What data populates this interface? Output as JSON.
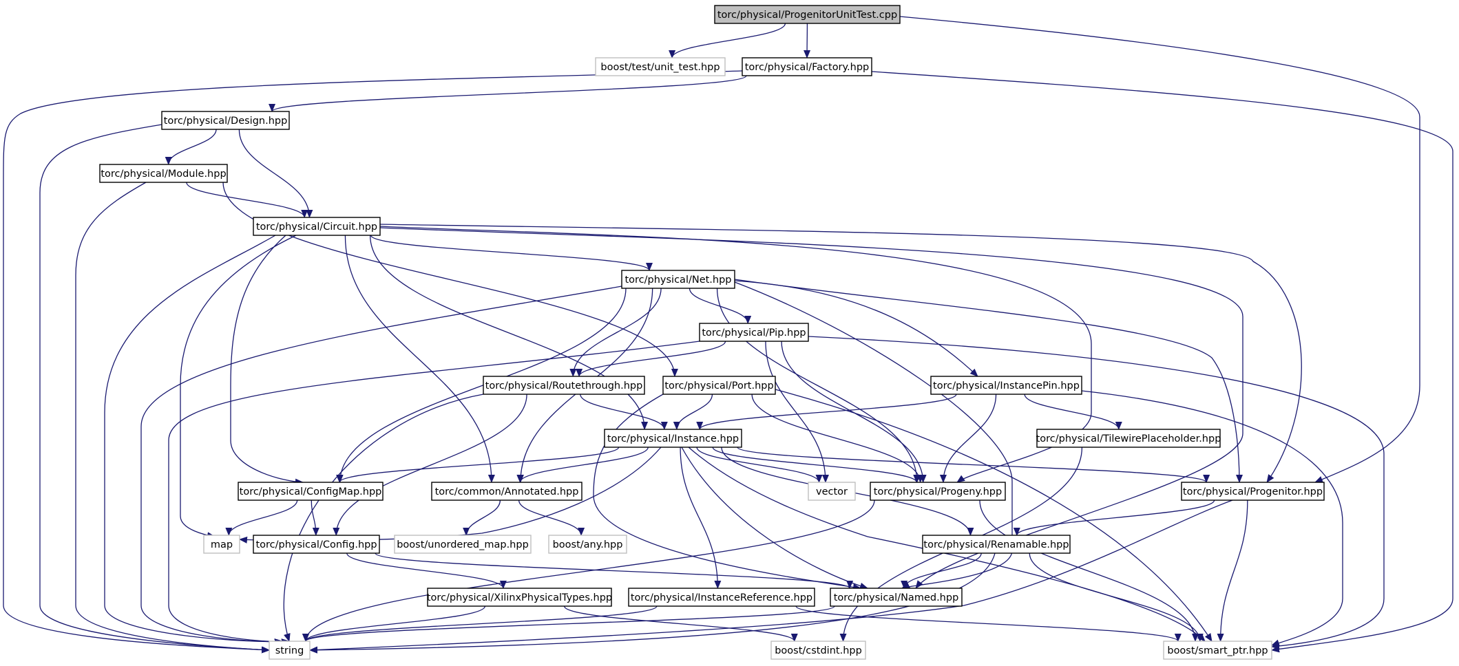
{
  "colors": {
    "edge": "#191970",
    "root_fill": "#bfbfbf",
    "local_border": "#000000",
    "external_border": "#bfbfbf",
    "background": "#ffffff"
  },
  "nodes": [
    {
      "id": "progenitor_unit_test",
      "label": "torc/physical/ProgenitorUnitTest.cpp",
      "kind": "root"
    },
    {
      "id": "unit_test",
      "label": "boost/test/unit_test.hpp",
      "kind": "external"
    },
    {
      "id": "factory",
      "label": "torc/physical/Factory.hpp",
      "kind": "local"
    },
    {
      "id": "design",
      "label": "torc/physical/Design.hpp",
      "kind": "local"
    },
    {
      "id": "module",
      "label": "torc/physical/Module.hpp",
      "kind": "local"
    },
    {
      "id": "circuit",
      "label": "torc/physical/Circuit.hpp",
      "kind": "local"
    },
    {
      "id": "net",
      "label": "torc/physical/Net.hpp",
      "kind": "local"
    },
    {
      "id": "pip",
      "label": "torc/physical/Pip.hpp",
      "kind": "local"
    },
    {
      "id": "routethrough",
      "label": "torc/physical/Routethrough.hpp",
      "kind": "local"
    },
    {
      "id": "port",
      "label": "torc/physical/Port.hpp",
      "kind": "local"
    },
    {
      "id": "instancepin",
      "label": "torc/physical/InstancePin.hpp",
      "kind": "local"
    },
    {
      "id": "instance",
      "label": "torc/physical/Instance.hpp",
      "kind": "local"
    },
    {
      "id": "tilewire",
      "label": "torc/physical/TilewirePlaceholder.hpp",
      "kind": "local"
    },
    {
      "id": "configmap",
      "label": "torc/physical/ConfigMap.hpp",
      "kind": "local"
    },
    {
      "id": "annotated",
      "label": "torc/common/Annotated.hpp",
      "kind": "local"
    },
    {
      "id": "vector",
      "label": "vector",
      "kind": "external"
    },
    {
      "id": "progeny",
      "label": "torc/physical/Progeny.hpp",
      "kind": "local"
    },
    {
      "id": "progenitor",
      "label": "torc/physical/Progenitor.hpp",
      "kind": "local"
    },
    {
      "id": "map",
      "label": "map",
      "kind": "external"
    },
    {
      "id": "config",
      "label": "torc/physical/Config.hpp",
      "kind": "local"
    },
    {
      "id": "unordered_map",
      "label": "boost/unordered_map.hpp",
      "kind": "external"
    },
    {
      "id": "any",
      "label": "boost/any.hpp",
      "kind": "external"
    },
    {
      "id": "renamable",
      "label": "torc/physical/Renamable.hpp",
      "kind": "local"
    },
    {
      "id": "xilinx",
      "label": "torc/physical/XilinxPhysicalTypes.hpp",
      "kind": "local"
    },
    {
      "id": "instanceref",
      "label": "torc/physical/InstanceReference.hpp",
      "kind": "local"
    },
    {
      "id": "named",
      "label": "torc/physical/Named.hpp",
      "kind": "local"
    },
    {
      "id": "string",
      "label": "string",
      "kind": "external"
    },
    {
      "id": "cstdint",
      "label": "boost/cstdint.hpp",
      "kind": "external"
    },
    {
      "id": "smart_ptr",
      "label": "boost/smart_ptr.hpp",
      "kind": "external"
    }
  ],
  "edges": [
    {
      "from": "progenitor_unit_test",
      "to": "unit_test"
    },
    {
      "from": "progenitor_unit_test",
      "to": "factory"
    },
    {
      "from": "progenitor_unit_test",
      "to": "progenitor"
    },
    {
      "from": "factory",
      "to": "design"
    },
    {
      "from": "factory",
      "to": "string"
    },
    {
      "from": "factory",
      "to": "smart_ptr"
    },
    {
      "from": "design",
      "to": "module"
    },
    {
      "from": "design",
      "to": "circuit"
    },
    {
      "from": "design",
      "to": "string"
    },
    {
      "from": "module",
      "to": "circuit"
    },
    {
      "from": "module",
      "to": "port"
    },
    {
      "from": "module",
      "to": "string"
    },
    {
      "from": "circuit",
      "to": "net"
    },
    {
      "from": "circuit",
      "to": "instance"
    },
    {
      "from": "circuit",
      "to": "configmap"
    },
    {
      "from": "circuit",
      "to": "annotated"
    },
    {
      "from": "circuit",
      "to": "map"
    },
    {
      "from": "circuit",
      "to": "string"
    },
    {
      "from": "circuit",
      "to": "progeny"
    },
    {
      "from": "circuit",
      "to": "progenitor"
    },
    {
      "from": "circuit",
      "to": "named"
    },
    {
      "from": "net",
      "to": "pip"
    },
    {
      "from": "net",
      "to": "routethrough"
    },
    {
      "from": "net",
      "to": "instancepin"
    },
    {
      "from": "net",
      "to": "configmap"
    },
    {
      "from": "net",
      "to": "annotated"
    },
    {
      "from": "net",
      "to": "progeny"
    },
    {
      "from": "net",
      "to": "progenitor"
    },
    {
      "from": "net",
      "to": "named"
    },
    {
      "from": "net",
      "to": "string"
    },
    {
      "from": "pip",
      "to": "routethrough"
    },
    {
      "from": "pip",
      "to": "vector"
    },
    {
      "from": "pip",
      "to": "progeny"
    },
    {
      "from": "pip",
      "to": "string"
    },
    {
      "from": "pip",
      "to": "smart_ptr"
    },
    {
      "from": "routethrough",
      "to": "instance"
    },
    {
      "from": "routethrough",
      "to": "config"
    },
    {
      "from": "routethrough",
      "to": "string"
    },
    {
      "from": "port",
      "to": "instance"
    },
    {
      "from": "port",
      "to": "progeny"
    },
    {
      "from": "port",
      "to": "named"
    },
    {
      "from": "port",
      "to": "smart_ptr"
    },
    {
      "from": "instancepin",
      "to": "instance"
    },
    {
      "from": "instancepin",
      "to": "tilewire"
    },
    {
      "from": "instancepin",
      "to": "progeny"
    },
    {
      "from": "instancepin",
      "to": "smart_ptr"
    },
    {
      "from": "instance",
      "to": "configmap"
    },
    {
      "from": "instance",
      "to": "annotated"
    },
    {
      "from": "instance",
      "to": "vector"
    },
    {
      "from": "instance",
      "to": "progeny"
    },
    {
      "from": "instance",
      "to": "progenitor"
    },
    {
      "from": "instance",
      "to": "map"
    },
    {
      "from": "instance",
      "to": "renamable"
    },
    {
      "from": "instance",
      "to": "instanceref"
    },
    {
      "from": "instance",
      "to": "named"
    },
    {
      "from": "instance",
      "to": "smart_ptr"
    },
    {
      "from": "tilewire",
      "to": "cstdint"
    },
    {
      "from": "configmap",
      "to": "map"
    },
    {
      "from": "configmap",
      "to": "config"
    },
    {
      "from": "annotated",
      "to": "unordered_map"
    },
    {
      "from": "annotated",
      "to": "any"
    },
    {
      "from": "progeny",
      "to": "string"
    },
    {
      "from": "progeny",
      "to": "smart_ptr"
    },
    {
      "from": "progenitor",
      "to": "renamable"
    },
    {
      "from": "progenitor",
      "to": "string"
    },
    {
      "from": "progenitor",
      "to": "smart_ptr"
    },
    {
      "from": "config",
      "to": "xilinx"
    },
    {
      "from": "config",
      "to": "named"
    },
    {
      "from": "renamable",
      "to": "named"
    },
    {
      "from": "renamable",
      "to": "string"
    },
    {
      "from": "renamable",
      "to": "smart_ptr"
    },
    {
      "from": "xilinx",
      "to": "string"
    },
    {
      "from": "xilinx",
      "to": "cstdint"
    },
    {
      "from": "instanceref",
      "to": "string"
    },
    {
      "from": "instanceref",
      "to": "smart_ptr"
    },
    {
      "from": "named",
      "to": "string"
    }
  ]
}
